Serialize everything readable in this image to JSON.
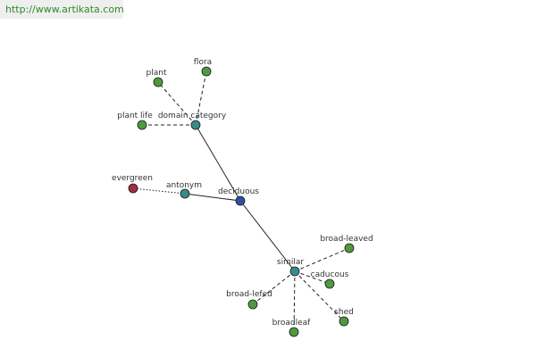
{
  "banner": {
    "url": "http://www.artikata.com"
  },
  "colors": {
    "center": "#2f4fa0",
    "relation": "#3a8a8a",
    "leaf": "#4f9a3f",
    "antonym_leaf": "#a03040",
    "edge": "#222222"
  },
  "graph": {
    "center": {
      "id": "deciduous",
      "label": "deciduous"
    },
    "relations": [
      {
        "id": "domain_category",
        "label": "domain category",
        "style": "dashed",
        "leaves": [
          {
            "id": "plant",
            "label": "plant"
          },
          {
            "id": "flora",
            "label": "flora"
          },
          {
            "id": "plant_life",
            "label": "plant life"
          }
        ]
      },
      {
        "id": "antonym",
        "label": "antonym",
        "style": "dotted",
        "leaves": [
          {
            "id": "evergreen",
            "label": "evergreen"
          }
        ]
      },
      {
        "id": "similar",
        "label": "similar",
        "style": "dashed",
        "leaves": [
          {
            "id": "broad_leaved",
            "label": "broad-leaved"
          },
          {
            "id": "caducous",
            "label": "caducous"
          },
          {
            "id": "shed",
            "label": "shed"
          },
          {
            "id": "broadleaf",
            "label": "broadleaf"
          },
          {
            "id": "broad_leafed",
            "label": "broad-lefed"
          }
        ]
      }
    ]
  }
}
